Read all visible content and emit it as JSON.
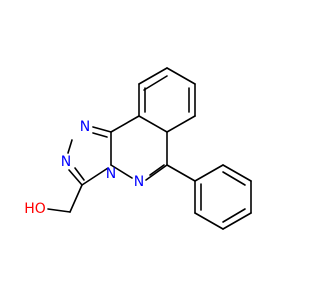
{
  "labels": {
    "n_top": "N",
    "n_left": "N",
    "n_bridge": "N",
    "n_lower": "N",
    "hydroxyl": "HO"
  },
  "colors": {
    "bond": "#000000",
    "nitrogen": "#0000ff",
    "oxygen": "#ff0000",
    "background": "#ffffff"
  }
}
